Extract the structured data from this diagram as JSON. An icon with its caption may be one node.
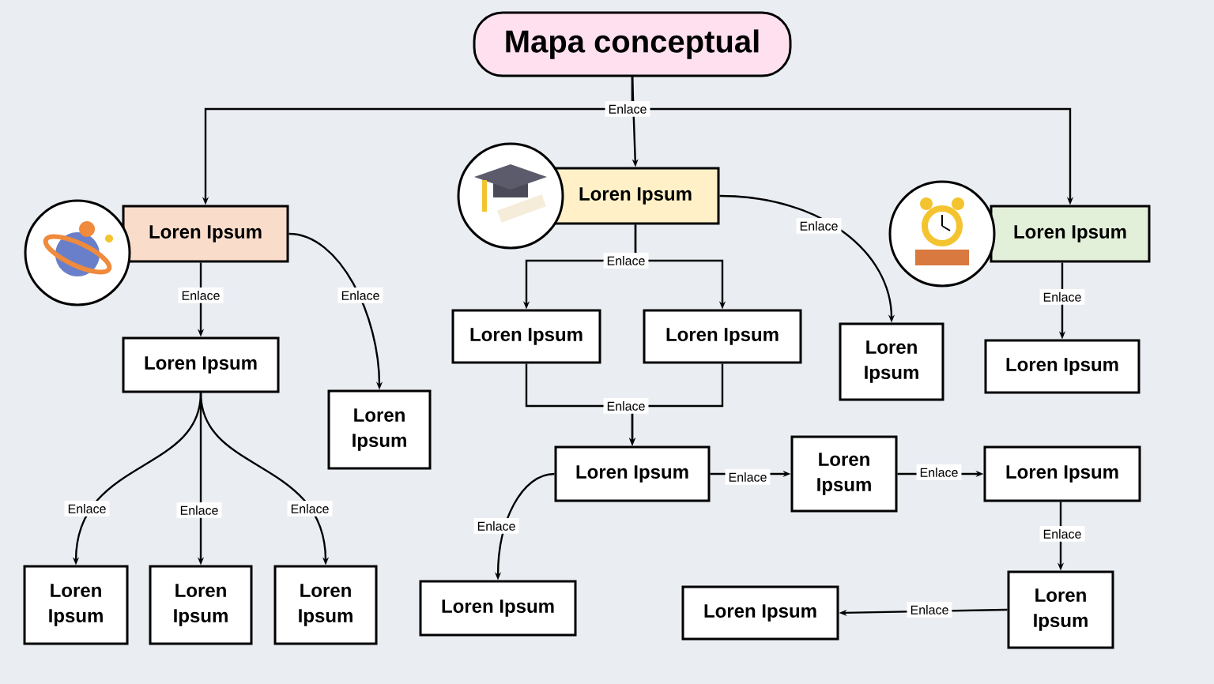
{
  "diagram": {
    "nodes": [
      {
        "text": [
          "Mapa conceptual"
        ]
      },
      {
        "text": [
          "Loren Ipsum"
        ]
      },
      {
        "text": [
          "Loren Ipsum"
        ]
      },
      {
        "text": [
          "Loren Ipsum"
        ]
      },
      {
        "text": [
          "Loren Ipsum"
        ]
      },
      {
        "text": [
          "Loren Ipsum"
        ]
      },
      {
        "text": [
          "Loren Ipsum"
        ]
      },
      {
        "text": [
          "Loren Ipsum"
        ]
      },
      {
        "text": [
          "Loren Ipsum"
        ]
      },
      {
        "text": [
          "Loren Ipsum"
        ]
      },
      {
        "text": [
          "Loren Ipsum"
        ]
      },
      {
        "text": [
          "Loren Ipsum"
        ]
      },
      {
        "text": [
          "Loren Ipsum"
        ]
      },
      {
        "text": [
          "Loren Ipsum"
        ]
      },
      {
        "text": [
          "Loren Ipsum"
        ]
      },
      {
        "text": [
          "Loren Ipsum"
        ]
      },
      {
        "text": [
          "Loren Ipsum"
        ]
      },
      {
        "text": [
          "Loren Ipsum"
        ]
      },
      {
        "text": [
          "Loren Ipsum"
        ]
      }
    ],
    "edges": [
      {
        "from": 0,
        "to": 1,
        "arrow": "to"
      },
      {
        "from": 0,
        "to": 2,
        "arrow": "to",
        "label": "Enlace"
      },
      {
        "from": 0,
        "to": 3,
        "arrow": "to"
      },
      {
        "from": 1,
        "to": 7,
        "arrow": "to",
        "label": "Enlace"
      },
      {
        "from": 1,
        "to": 9,
        "arrow": "to",
        "label": "Enlace"
      },
      {
        "from": 2,
        "to": 4,
        "arrow": "to",
        "label": "Enlace"
      },
      {
        "from": 2,
        "to": 5,
        "arrow": "to"
      },
      {
        "from": 2,
        "to": 6,
        "arrow": "to",
        "label": "Enlace"
      },
      {
        "from": 3,
        "to": 8,
        "arrow": "to",
        "label": "Enlace"
      },
      {
        "from": 7,
        "to": 13,
        "arrow": "to",
        "label": "Enlace"
      },
      {
        "from": 7,
        "to": 14,
        "arrow": "to",
        "label": "Enlace"
      },
      {
        "from": 7,
        "to": 15,
        "arrow": "to",
        "label": "Enlace"
      },
      {
        "from": 4,
        "to": 10,
        "arrow": "to",
        "label": "Enlace"
      },
      {
        "from": 5,
        "to": 10,
        "arrow": "to"
      },
      {
        "from": 10,
        "to": 11,
        "arrow": "to",
        "label": "Enlace"
      },
      {
        "from": 10,
        "to": 16,
        "arrow": "to",
        "label": "Enlace"
      },
      {
        "from": 11,
        "to": 12,
        "arrow": "to",
        "label": "Enlace"
      },
      {
        "from": 12,
        "to": 17,
        "arrow": "to",
        "label": "Enlace"
      },
      {
        "from": 17,
        "to": 18,
        "arrow": "to",
        "label": "Enlace"
      }
    ]
  }
}
